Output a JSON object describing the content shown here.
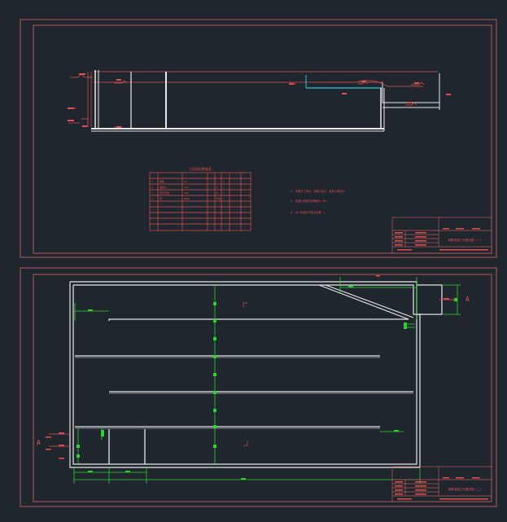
{
  "colors": {
    "background": "#1f262e",
    "frame": "#b75a5a",
    "wall": "#e8e8e8",
    "dim_red": "#e05050",
    "dim_green": "#2fd12f",
    "water": "#2fc4d8"
  },
  "sheet_top": {
    "table_title": "工程材料数量表",
    "table_rows": [
      [
        "1",
        "钢筋",
        "ø8",
        "",
        "t",
        "1"
      ],
      [
        "2",
        "混凝土",
        "C25",
        "",
        "m³",
        "1"
      ],
      [
        "3",
        "碎石垫层",
        "100",
        "",
        "m³",
        "1"
      ],
      [
        "4",
        "砖",
        "MU10",
        "",
        "千块",
        "1"
      ]
    ],
    "notes": [
      "1. 本图尺寸单位：高程以米计，其余以毫米计。",
      "2. 混凝土池体抗渗等级为 S6。",
      "3. ±0.00相当于绝对高程 ×。"
    ],
    "title_block_name": "调蓄池施工布置详图（一）"
  },
  "sheet_bottom": {
    "section_mark_left": "A",
    "section_mark_right": "A",
    "title_block_name": "调蓄池施工布置详图（二）"
  }
}
